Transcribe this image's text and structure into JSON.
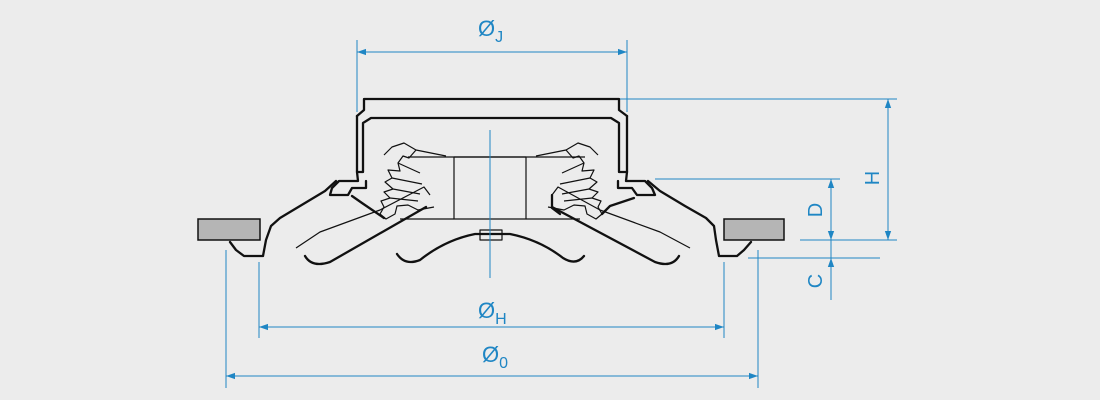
{
  "colors": {
    "background": "#ececec",
    "dimension": "#1f86c4",
    "outline": "#111111",
    "ceiling_fill": "#b5b5b5"
  },
  "dimensions": {
    "j": {
      "symbol": "Ø",
      "sub": "J"
    },
    "h_diameter": {
      "symbol": "Ø",
      "sub": "H"
    },
    "o_diameter": {
      "symbol": "Ø",
      "sub": "0"
    },
    "height": {
      "label": "H"
    },
    "d": {
      "label": "D"
    },
    "c": {
      "label": "C"
    }
  }
}
